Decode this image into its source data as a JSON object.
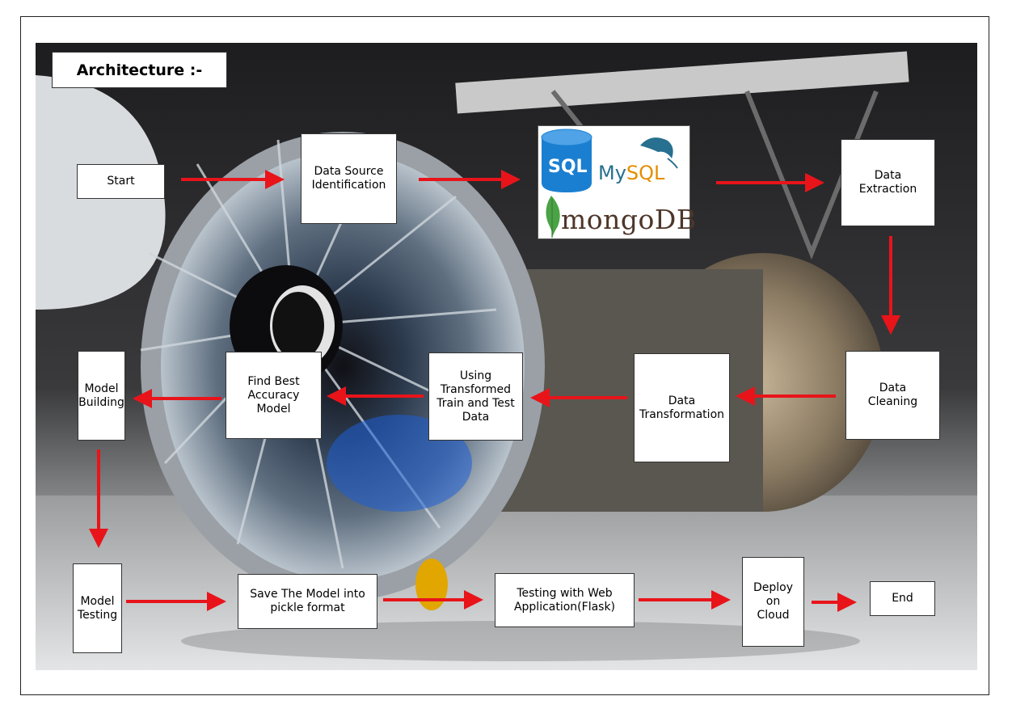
{
  "title": "Architecture :-",
  "colors": {
    "arrow": "#e8141a",
    "node_border": "#333333",
    "node_fill": "#ffffff"
  },
  "databases": {
    "sql_label": "SQL",
    "mysql_label_my": "My",
    "mysql_label_sql": "SQL",
    "mongodb_label": "mongoDB",
    "icons": [
      "sql-database-icon",
      "mysql-dolphin-icon",
      "mongodb-leaf-icon"
    ]
  },
  "nodes": {
    "start": "Start",
    "data_source": "Data Source\nIdentification",
    "data_extraction": "Data\nExtraction",
    "data_cleaning": "Data\nCleaning",
    "data_transformation": "Data\nTransformation",
    "using_transformed": "Using\nTransformed\nTrain and Test\nData",
    "find_best": "Find Best\nAccuracy Model",
    "model_building": "Model\nBuilding",
    "model_testing": "Model\nTesting",
    "save_model": "Save The Model into\npickle format",
    "testing_web": "Testing with Web\nApplication(Flask)",
    "deploy": "Deploy on\nCloud",
    "end": "End"
  }
}
